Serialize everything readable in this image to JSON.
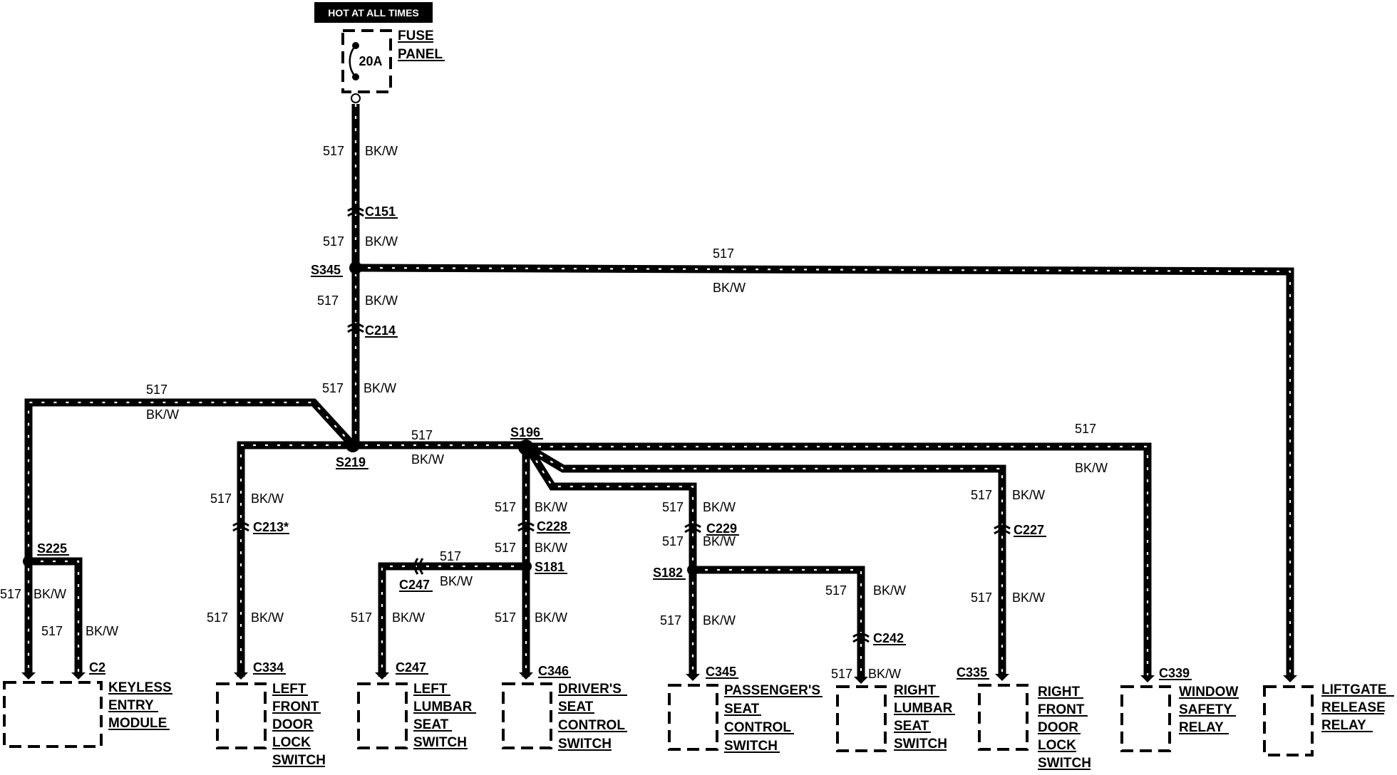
{
  "header": {
    "hot_label": "HOT AT ALL TIMES"
  },
  "fuse": {
    "rating": "20A",
    "panel_line1": "FUSE",
    "panel_line2": "PANEL"
  },
  "circuit": {
    "number": "517",
    "color": "BK/W"
  },
  "splices": [
    "S345",
    "S219",
    "S196",
    "S181",
    "S182",
    "S225"
  ],
  "connectors": {
    "c151": "C151",
    "c214": "C214",
    "c213": "C213*",
    "c228": "C228",
    "c229": "C229",
    "c227": "C227",
    "c247_mid": "C247",
    "c242": "C242"
  },
  "components": [
    {
      "connector": "C2",
      "lines": [
        "KEYLESS",
        "ENTRY",
        "MODULE"
      ]
    },
    {
      "connector": "C334",
      "lines": [
        "LEFT",
        "FRONT",
        "DOOR",
        "LOCK",
        "SWITCH"
      ]
    },
    {
      "connector": "C247",
      "lines": [
        "LEFT",
        "LUMBAR",
        "SEAT",
        "SWITCH"
      ]
    },
    {
      "connector": "C346",
      "lines": [
        "DRIVER'S",
        "SEAT",
        "CONTROL",
        "SWITCH"
      ]
    },
    {
      "connector": "C345",
      "lines": [
        "PASSENGER'S",
        "SEAT",
        "CONTROL",
        "SWITCH"
      ]
    },
    {
      "connector": "",
      "lines": [
        "RIGHT",
        "LUMBAR",
        "SEAT",
        "SWITCH"
      ]
    },
    {
      "connector": "C335",
      "lines": [
        "RIGHT",
        "FRONT",
        "DOOR",
        "LOCK",
        "SWITCH"
      ]
    },
    {
      "connector": "C339",
      "lines": [
        "WINDOW",
        "SAFETY",
        "RELAY"
      ]
    },
    {
      "connector": "",
      "lines": [
        "LIFTGATE",
        "RELEASE",
        "RELAY"
      ]
    }
  ]
}
